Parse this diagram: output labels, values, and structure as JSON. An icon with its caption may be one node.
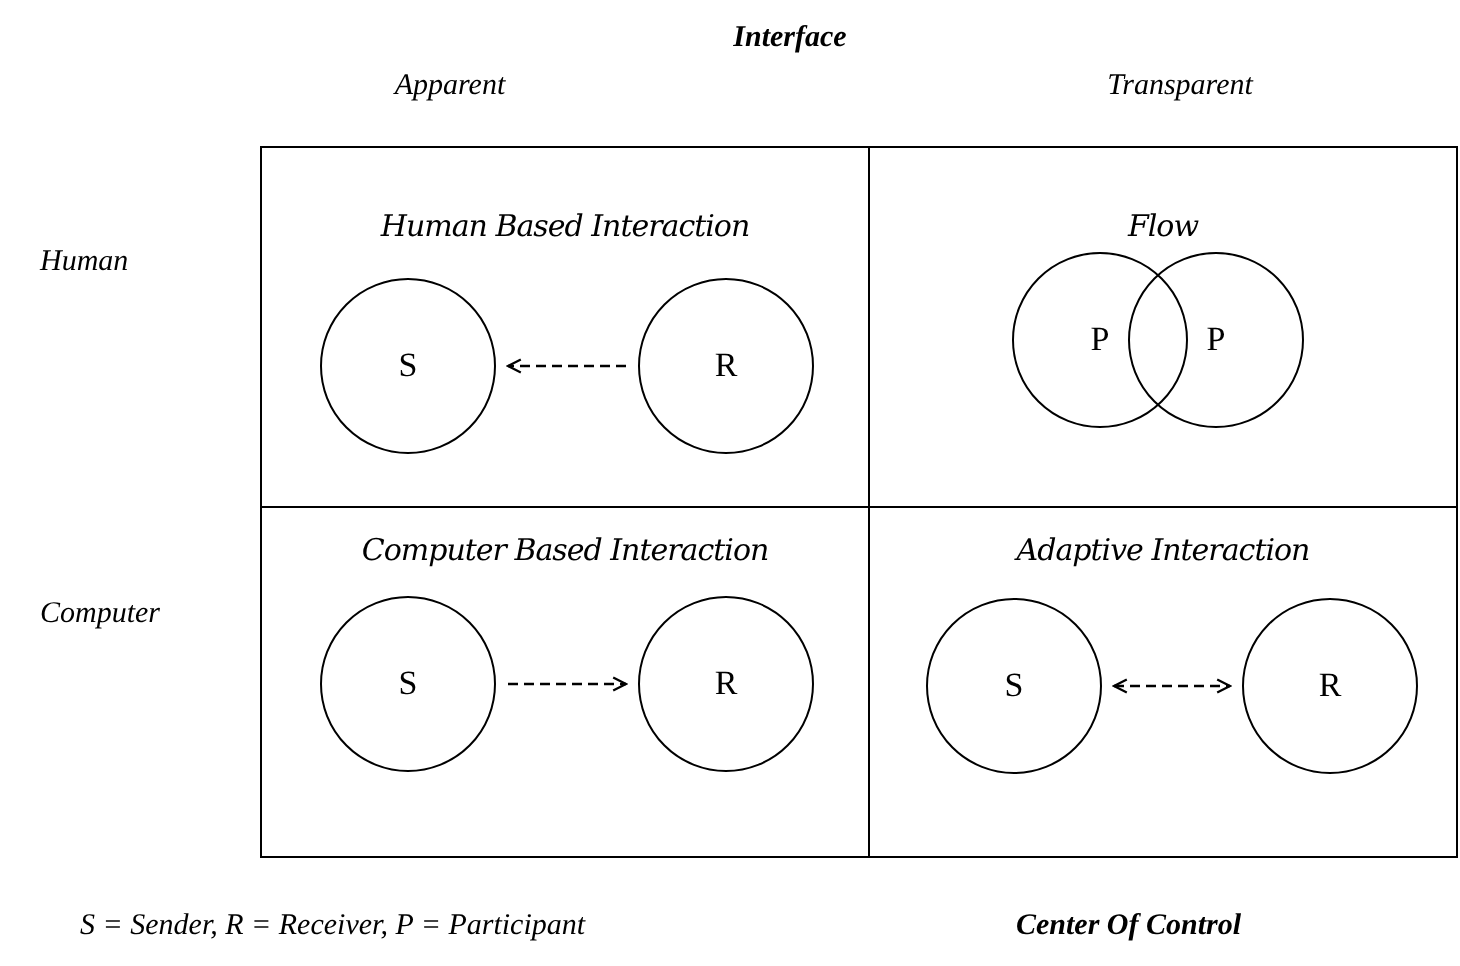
{
  "diagram": {
    "nodes": [
      {
        "text": [
          "Human Based Interaction"
        ]
      },
      {
        "text": [
          "S"
        ],
        "in": 0
      },
      {
        "text": [
          "R"
        ],
        "in": 0
      },
      {
        "text": [
          "Flow"
        ]
      },
      {
        "text": [
          "P"
        ],
        "in": 3
      },
      {
        "text": [
          "P"
        ],
        "in": 3
      },
      {
        "text": [
          "Computer Based Interaction"
        ]
      },
      {
        "text": [
          "S"
        ],
        "in": 6
      },
      {
        "text": [
          "R"
        ],
        "in": 6
      },
      {
        "text": [
          "Adaptive Interaction"
        ]
      },
      {
        "text": [
          "S"
        ],
        "in": 9
      },
      {
        "text": [
          "R"
        ],
        "in": 9
      }
    ],
    "edges": [
      {
        "from": 2,
        "to": 1,
        "arrow": "to",
        "style": "dashed"
      },
      {
        "from": 7,
        "to": 8,
        "arrow": "to",
        "style": "dashed"
      },
      {
        "from": 10,
        "to": 11,
        "arrow": "both",
        "style": "dashed"
      }
    ],
    "labels": [
      "Interface",
      "Apparent",
      "Transparent",
      "Human",
      "Computer",
      "S = Sender, R = Receiver, P = Participant",
      "Center Of Control"
    ]
  }
}
